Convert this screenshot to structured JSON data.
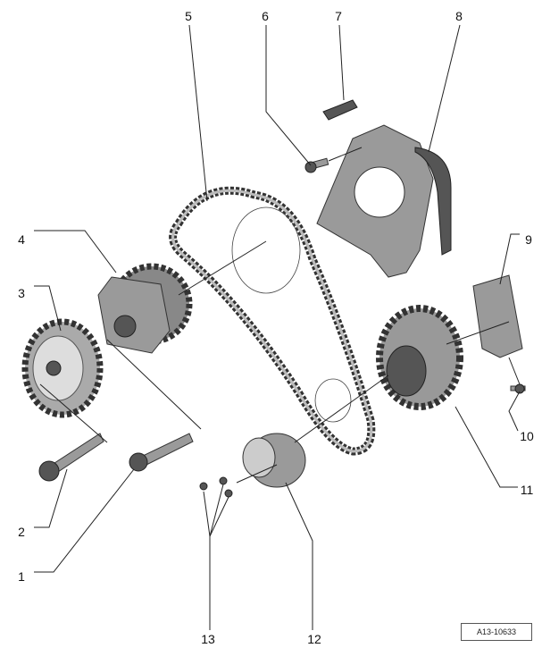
{
  "callouts": [
    "1",
    "2",
    "3",
    "4",
    "5",
    "6",
    "7",
    "8",
    "9",
    "10",
    "11",
    "12",
    "13"
  ],
  "reference_id": "A13-10633"
}
